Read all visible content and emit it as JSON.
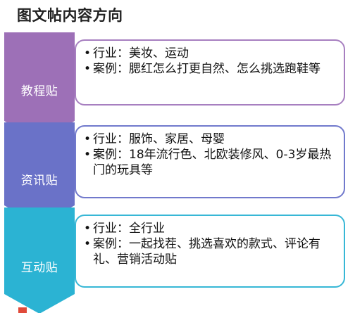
{
  "title": "图文帖内容方向",
  "rows": [
    {
      "label": "教程贴",
      "color": "#9d70b7",
      "border": "#a77fc0",
      "bullets": [
        "行业：美妆、运动",
        "案例：腮红怎么打更自然、怎么挑选跑鞋等"
      ]
    },
    {
      "label": "资讯贴",
      "color": "#6a72c8",
      "border": "#7179cc",
      "bullets": [
        "行业：服饰、家居、母婴",
        "案例：18年流行色、北欧装修风、0-3岁最热门的玩具等"
      ]
    },
    {
      "label": "互动贴",
      "color": "#2bb3d3",
      "border": "#37b7d6",
      "bullets": [
        "行业：全行业",
        "案例：一起找茬、挑选喜欢的款式、评论有礼、营销活动贴"
      ]
    }
  ]
}
